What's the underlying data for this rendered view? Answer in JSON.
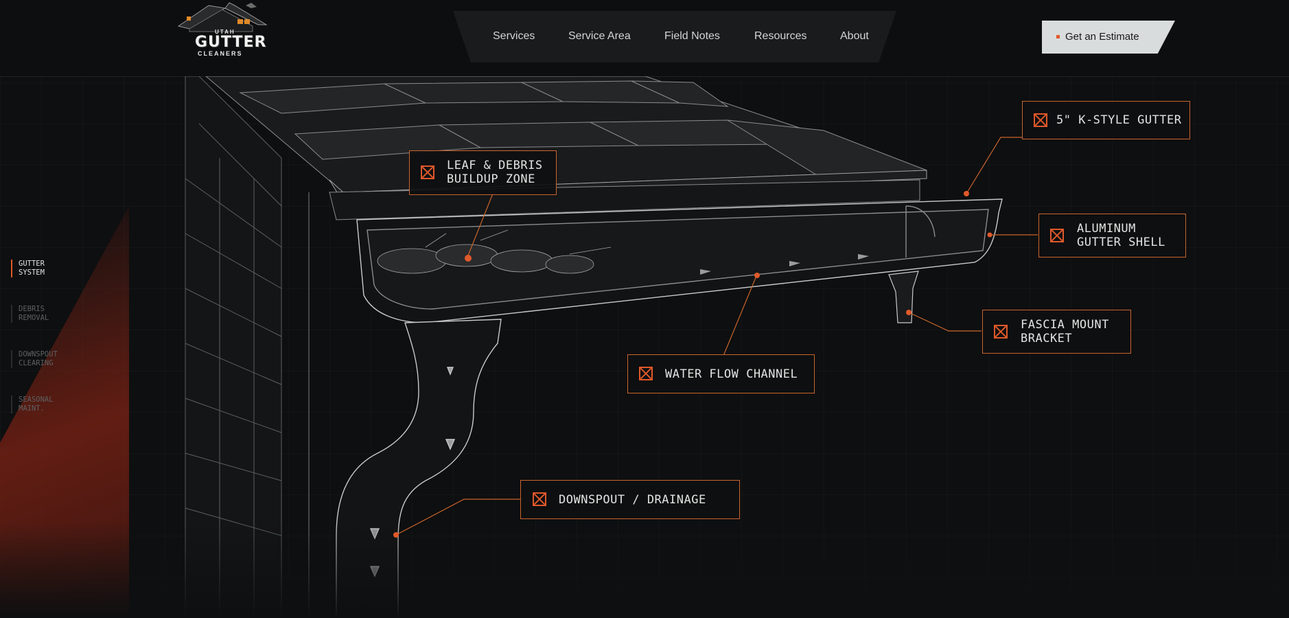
{
  "brand": {
    "logo_line1": "UTAH",
    "logo_line2": "GUTTER",
    "logo_line3": "CLEANERS",
    "accent_color": "#e0592a"
  },
  "nav": {
    "items": [
      "Services",
      "Service Area",
      "Field Notes",
      "Resources",
      "About"
    ],
    "cta_label": "Get an Estimate"
  },
  "sidebar": {
    "items": [
      {
        "label": "GUTTER\nSYSTEM",
        "active": true
      },
      {
        "label": "DEBRIS\nREMOVAL",
        "active": false
      },
      {
        "label": "DOWNSPOUT\nCLEARING",
        "active": false
      },
      {
        "label": "SEASONAL\nMAINT.",
        "active": false
      }
    ]
  },
  "callouts": {
    "k_style": "5\" K-STYLE GUTTER",
    "leaf": "LEAF & DEBRIS\nBUILDUP ZONE",
    "aluminum": "ALUMINUM\nGUTTER SHELL",
    "fascia": "FASCIA MOUNT\nBRACKET",
    "water": "WATER FLOW CHANNEL",
    "downspout": "DOWNSPOUT / DRAINAGE",
    "icon": "x-box-icon"
  }
}
